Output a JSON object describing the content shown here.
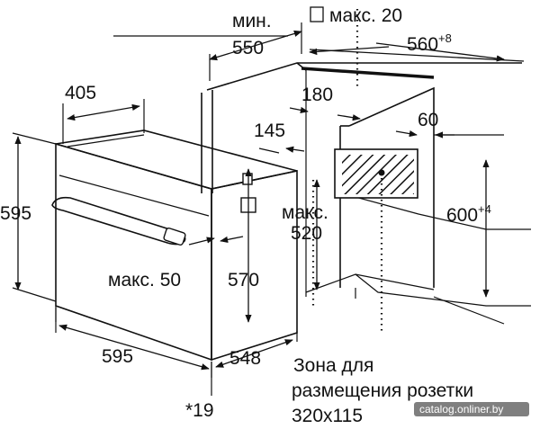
{
  "dims": {
    "min_label": "мин.",
    "min_value": "550",
    "max20_label": "макс. 20",
    "cab_width": "560",
    "cab_width_tol": "+8",
    "oven_depth_top": "405",
    "d180": "180",
    "d145": "145",
    "d60": "60",
    "max520_label": "макс.",
    "max520_value": "520",
    "cab_height": "600",
    "cab_height_tol": "+4",
    "oven_height": "595",
    "max50": "макс. 50",
    "d570": "570",
    "oven_width": "595",
    "d548": "548",
    "footnote": "*19"
  },
  "zone": {
    "line1": "Зона для",
    "line2": "размещения розетки",
    "line3": "320x115"
  },
  "watermark": "catalog.onliner.by",
  "colors": {
    "line": "#111111",
    "watermark_bg": "#7f7f7f"
  }
}
